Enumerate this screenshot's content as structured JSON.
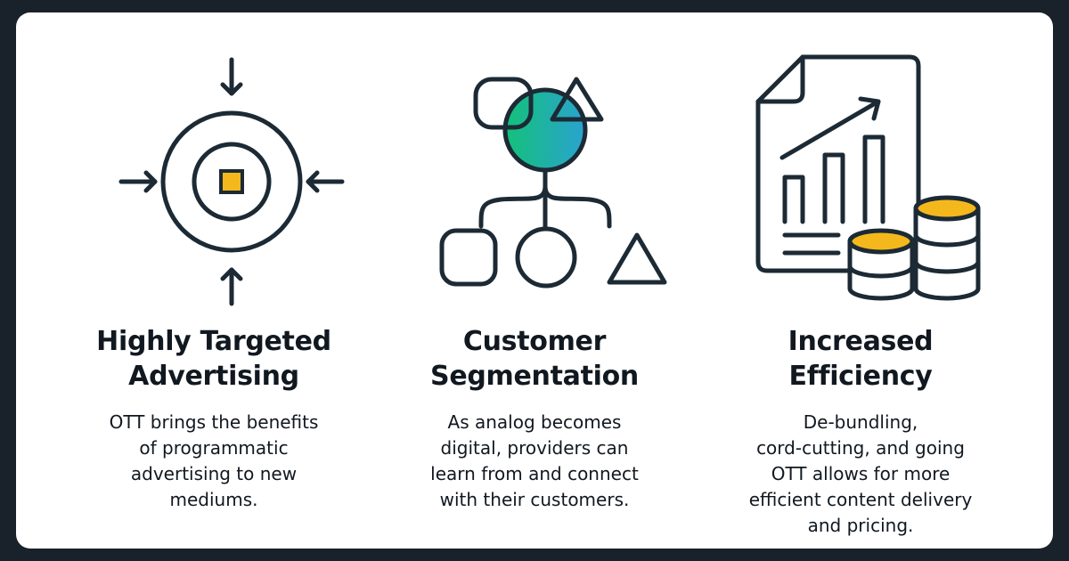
{
  "colors": {
    "background": "#19212b",
    "card": "#ffffff",
    "ink": "#1c2a35",
    "accent_yellow": "#f5b81c",
    "accent_green": "#1bbf7a",
    "accent_teal": "#2aa8c4"
  },
  "features": [
    {
      "icon": "target-icon",
      "title_line1": "Highly Targeted",
      "title_line2": "Advertising",
      "description_lines": [
        "OTT brings the benefits",
        "of programmatic",
        "advertising to new",
        "mediums."
      ]
    },
    {
      "icon": "segmentation-icon",
      "title_line1": "Customer",
      "title_line2": "Segmentation",
      "description_lines": [
        "As analog becomes",
        "digital, providers can",
        "learn from and connect",
        "with their customers."
      ]
    },
    {
      "icon": "efficiency-report-icon",
      "title_line1": "Increased",
      "title_line2": "Efficiency",
      "description_lines": [
        "De-bundling,",
        "cord-cutting, and going",
        "OTT allows for more",
        "efficient content delivery",
        "and pricing."
      ]
    }
  ]
}
